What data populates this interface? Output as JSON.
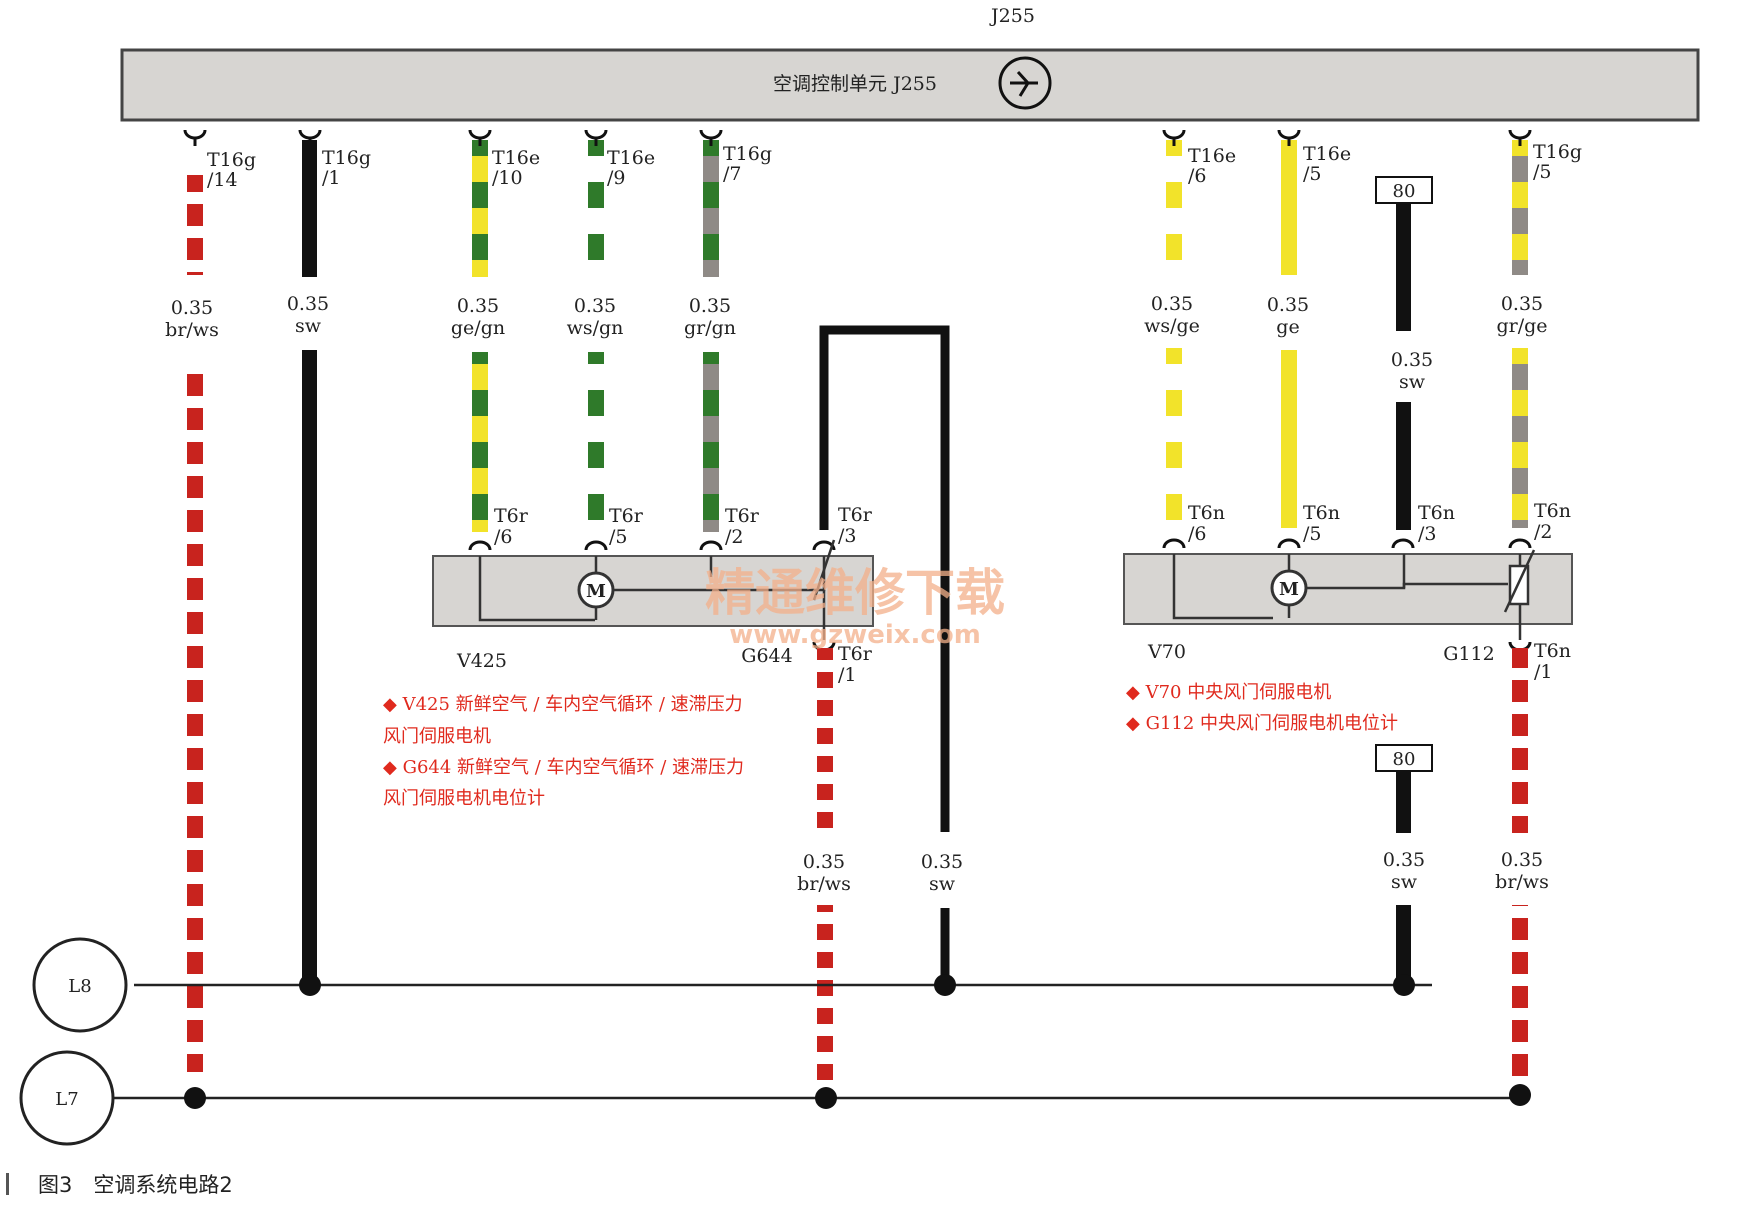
{
  "figure_caption": "图3　空调系统电路2",
  "control_unit": {
    "tag": "J255",
    "label": "空调控制单元 J255"
  },
  "wires": [
    {
      "pin": "T16g",
      "pin_no": "/14",
      "size": "0.35",
      "color": "br/ws"
    },
    {
      "pin": "T16g",
      "pin_no": "/1",
      "size": "0.35",
      "color": "sw"
    },
    {
      "pin": "T16e",
      "pin_no": "/10",
      "size": "0.35",
      "color": "ge/gn",
      "end_pin": "T6r",
      "end_no": "/6"
    },
    {
      "pin": "T16e",
      "pin_no": "/9",
      "size": "0.35",
      "color": "ws/gn",
      "end_pin": "T6r",
      "end_no": "/5"
    },
    {
      "pin": "T16g",
      "pin_no": "/7",
      "size": "0.35",
      "color": "gr/gn",
      "end_pin": "T6r",
      "end_no": "/2"
    },
    {
      "pin": "T16e",
      "pin_no": "/6",
      "size": "0.35",
      "color": "ws/ge",
      "end_pin": "T6n",
      "end_no": "/6"
    },
    {
      "pin": "T16e",
      "pin_no": "/5",
      "size": "0.35",
      "color": "ge",
      "end_pin": "T6n",
      "end_no": "/5"
    },
    {
      "pin": "T16g",
      "pin_no": "/5",
      "size": "0.35",
      "color": "gr/ge",
      "end_pin": "T6n",
      "end_no": "/2"
    }
  ],
  "t6r3": {
    "pin": "T6r",
    "no": "/3"
  },
  "t6r1": {
    "pin": "T6r",
    "no": "/1",
    "size": "0.35",
    "color": "br/ws"
  },
  "sw_loop": {
    "size": "0.35",
    "color": "sw"
  },
  "t6n3": {
    "pin": "T6n",
    "no": "/3",
    "size": "0.35",
    "color": "sw",
    "box": "80"
  },
  "t6n1": {
    "pin": "T6n",
    "no": "/1",
    "size": "0.35",
    "color": "br/ws"
  },
  "ground_80": {
    "box": "80",
    "size": "0.35",
    "color": "sw"
  },
  "components": {
    "v425": "V425",
    "g644": "G644",
    "v70": "V70",
    "g112": "G112",
    "motor": "M"
  },
  "notes_left": [
    "◆ V425 新鲜空气 / 车内空气循环 / 速滞压力",
    "风门伺服电机",
    "◆ G644 新鲜空气 / 车内空气循环 / 速滞压力",
    "风门伺服电机电位计"
  ],
  "notes_right": [
    "◆ V70 中央风门伺服电机",
    "◆ G112 中央风门伺服电机电位计"
  ],
  "buses": {
    "l8": "L8",
    "l7": "L7"
  },
  "watermark": {
    "line1": "精通维修下载",
    "line2": "www.gzweix.com"
  },
  "wire_colors": {
    "br": "#c8231e",
    "ws": "#ffffff",
    "sw": "#111111",
    "ge": "#f2e32a",
    "gn": "#2f7a2a",
    "gr": "#8f8a86"
  }
}
